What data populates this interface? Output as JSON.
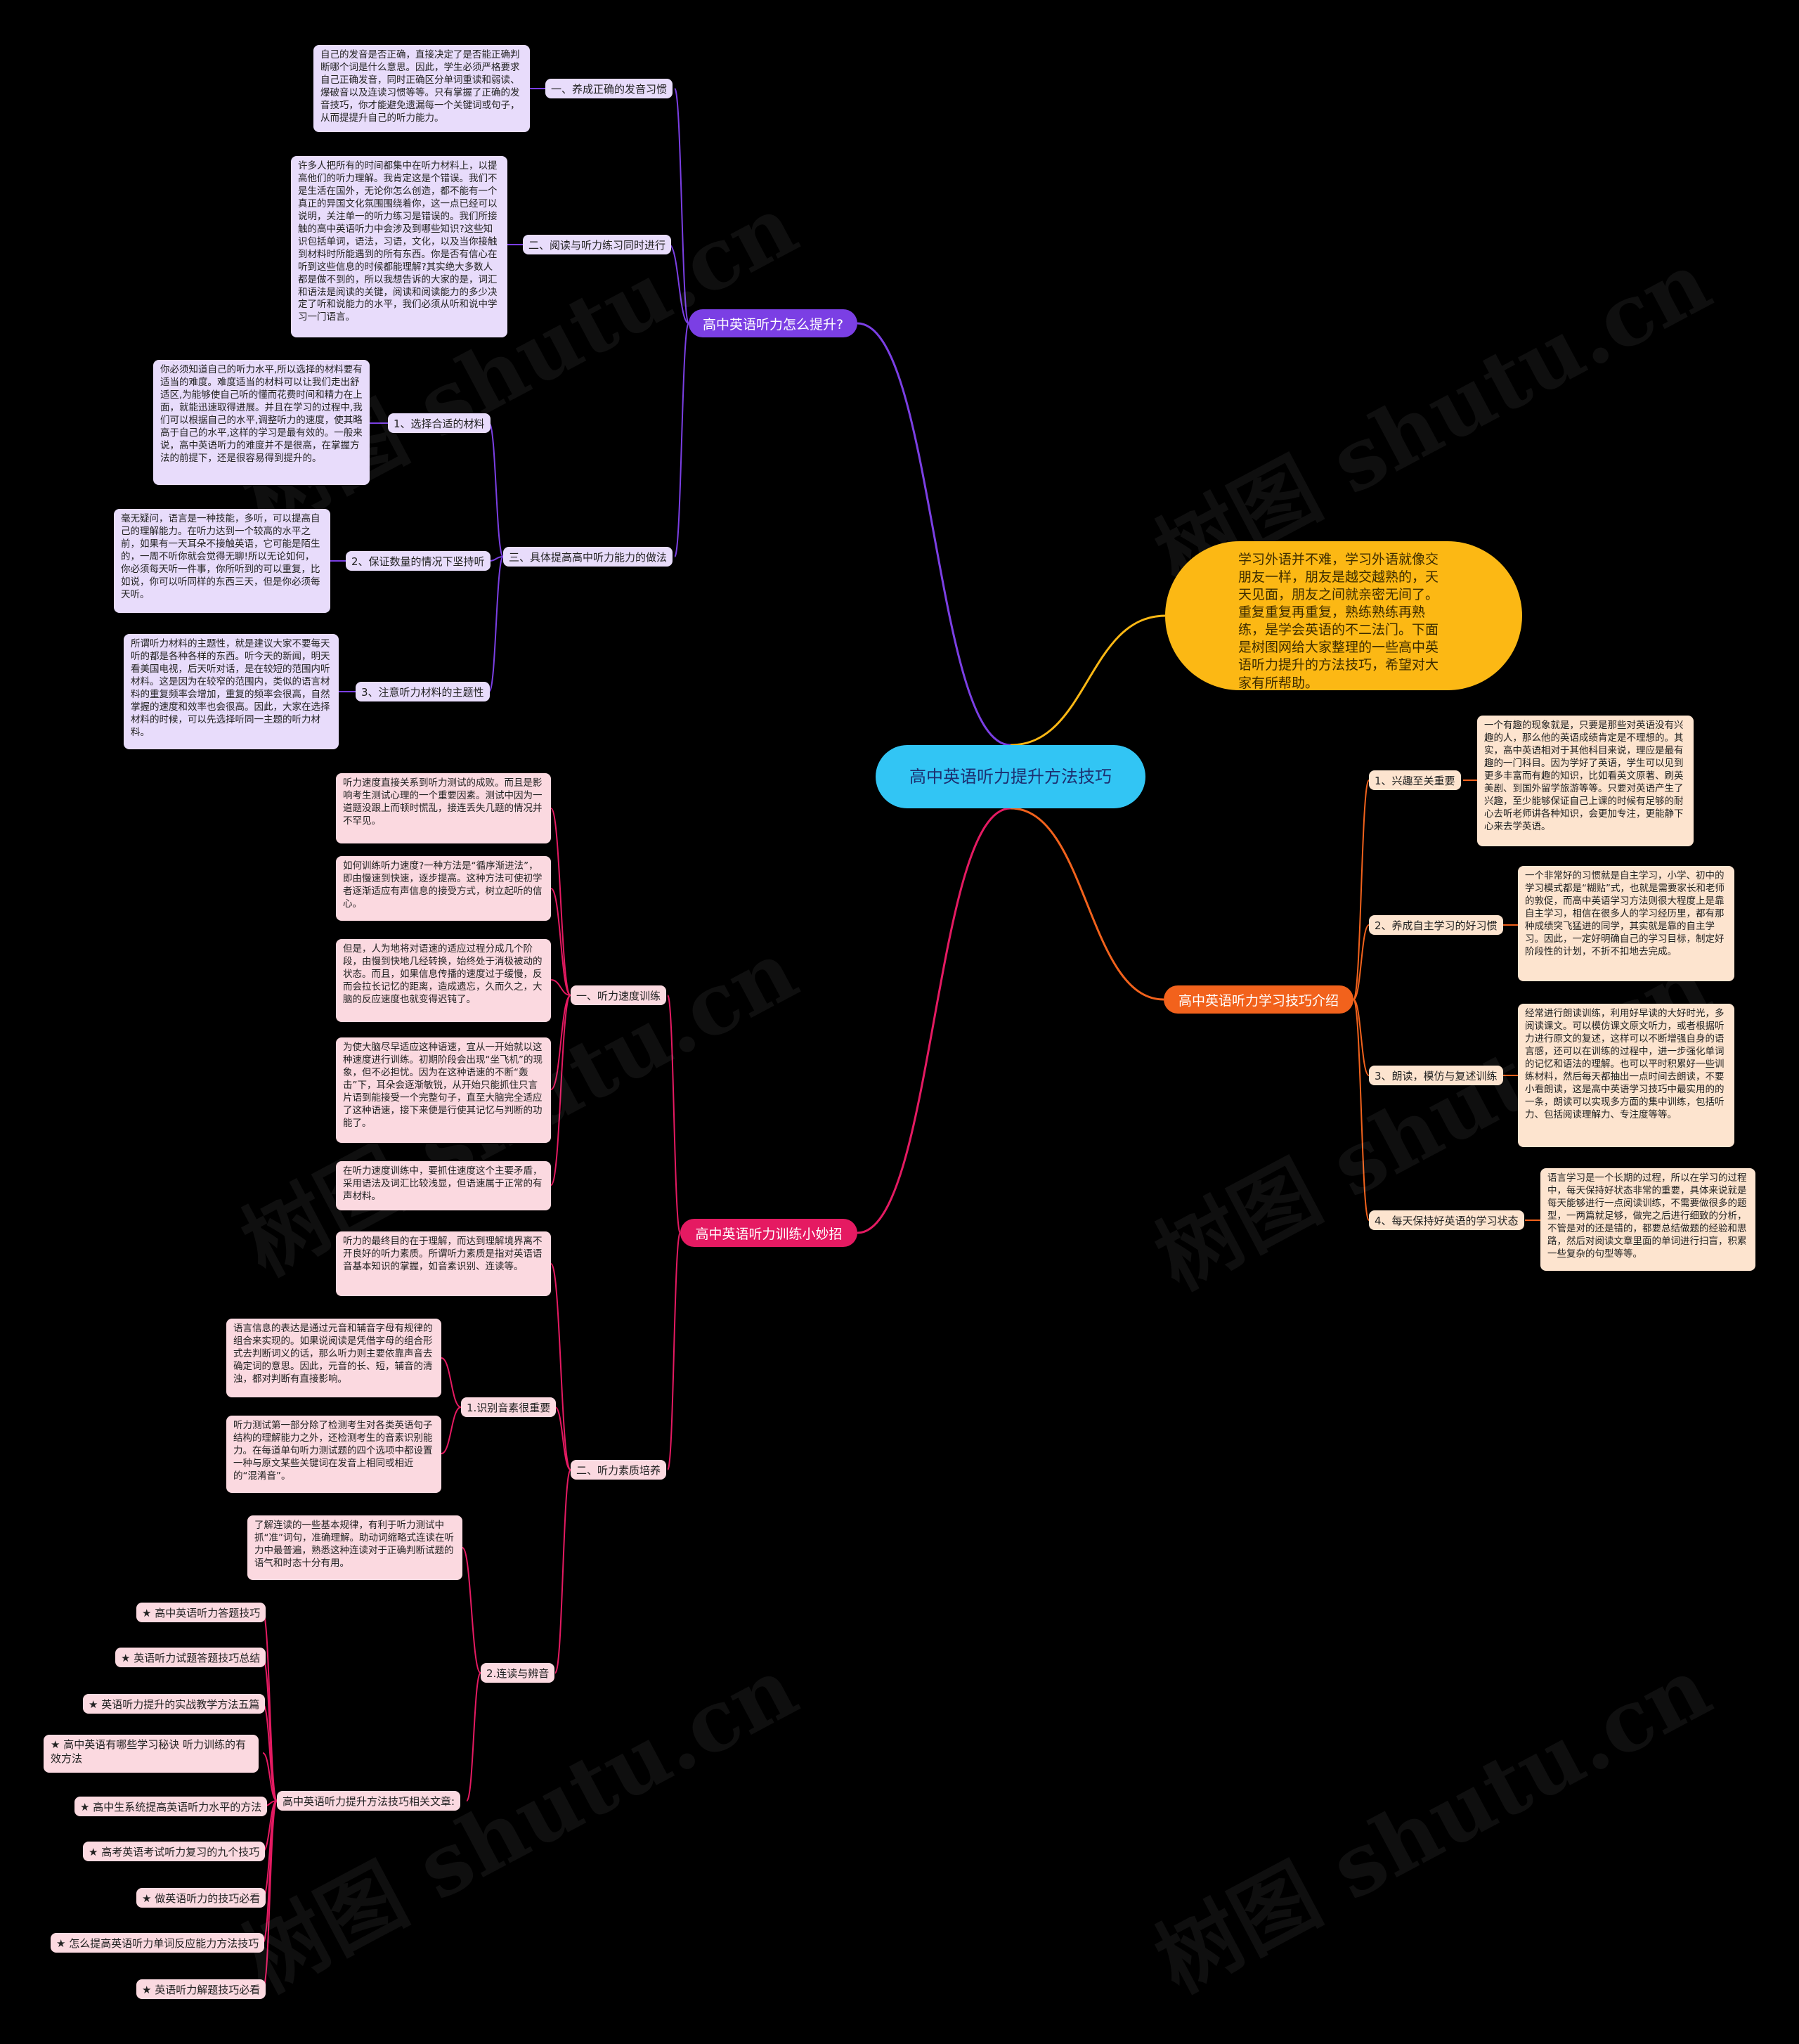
{
  "colors": {
    "background": "#000000",
    "root": "#32c5f4",
    "intro": "#fcb814",
    "branch_purple": "#7b3fe4",
    "branch_red": "#e51a62",
    "branch_orange": "#f2621c",
    "purple_box": "#e8dcfb",
    "pink_box": "#fbd9e0",
    "orange_box": "#fde4cf"
  },
  "watermark": "树图 shutu.cn",
  "root": {
    "title": "高中英语听力提升方法技巧"
  },
  "intro": {
    "text": "学习外语并不难，学习外语就像交朋友一样，朋友是越交越熟的，天天见面，朋友之间就亲密无间了。重复重复再重复，熟练熟练再熟练，是学会英语的不二法门。下面是树图网给大家整理的一些高中英语听力提升的方法技巧，希望对大家有所帮助。"
  },
  "branch_a": {
    "title": "高中英语听力怎么提升?",
    "items": [
      {
        "label": "一、养成正确的发音习惯",
        "text": "自己的发音是否正确，直接决定了是否能正确判断哪个词是什么意思。因此，学生必须严格要求自己正确发音，同时正确区分单词重读和弱读、爆破音以及连读习惯等等。只有掌握了正确的发音技巧，你才能避免遗漏每一个关键词或句子，从而提提升自己的听力能力。"
      },
      {
        "label": "二、阅读与听力练习同时进行",
        "text": "许多人把所有的时间都集中在听力材料上，以提高他们的听力理解。我肯定这是个错误。我们不是生活在国外，无论你怎么创造，都不能有一个真正的异国文化氛围围绕着你，这一点已经可以说明，关注单一的听力练习是错误的。我们所接触的高中英语听力中会涉及到哪些知识?这些知识包括单词，语法，习语，文化，以及当你接触到材料时所能遇到的所有东西。你是否有信心在听到这些信息的时候都能理解?其实绝大多数人都是做不到的，所以我想告诉的大家的是，词汇和语法是阅读的关键，阅读和阅读能力的多少决定了听和说能力的水平，我们必须从听和说中学习一门语言。"
      },
      {
        "label": "三、具体提高高中听力能力的做法",
        "subs": [
          {
            "label": "1、选择合适的材料",
            "text": "你必须知道自己的听力水平,所以选择的材料要有适当的难度。难度适当的材料可以让我们走出舒适区,为能够使自己听的懂而花费时间和精力在上面，就能迅速取得进展。并且在学习的过程中,我们可以根据自己的水平,调整听力的速度，使其略高于自己的水平,这样的学习是最有效的。一般来说，高中英语听力的难度并不是很高，在掌握方法的前提下，还是很容易得到提升的。"
          },
          {
            "label": "2、保证数量的情况下坚持听",
            "text": "毫无疑问，语言是一种技能，多听，可以提高自己的理解能力。在听力达到一个较高的水平之前，如果有一天耳朵不接触英语，它可能是陌生的，一周不听你就会觉得无聊!所以无论如何，你必须每天听一件事，你所听到的可以重复，比如说，你可以听同样的东西三天，但是你必须每天听。"
          },
          {
            "label": "3、注意听力材料的主题性",
            "text": "所谓听力材料的主题性，就是建议大家不要每天听的都是各种各样的东西。听今天的新闻，明天看美国电视，后天听对话，是在较短的范围内听材料。这是因为在较窄的范围内，类似的语言材料的重复频率会增加，重复的频率会很高，自然掌握的速度和效率也会很高。因此，大家在选择材料的时候，可以先选择听同一主题的听力材料。"
          }
        ]
      }
    ]
  },
  "branch_b": {
    "title": "高中英语听力训练小妙招",
    "items": [
      {
        "label": "一、听力速度训练",
        "texts": [
          "听力速度直接关系到听力测试的成败。而且是影响考生测试心理的一个重要因素。测试中因为一道题没跟上而顿时慌乱，接连丢失几题的情况并不罕见。",
          "如何训练听力速度?一种方法是“循序渐进法”，即由慢速到快速，逐步提高。这种方法可使初学者逐渐适应有声信息的接受方式，树立起听的信心。",
          "但是，人为地将对语速的适应过程分成几个阶段，由慢到快地几经转换，始终处于消极被动的状态。而且，如果信息传播的速度过于缓慢，反而会拉长记忆的距离，造成遗忘，久而久之，大脑的反应速度也就变得迟钝了。",
          "为使大脑尽早适应这种语速，宜从一开始就以这种速度进行训练。初期阶段会出现“坐飞机”的现象，但不必担忧。因为在这种语速的不断“轰击”下，耳朵会逐渐敏锐，从开始只能抓住只言片语到能接受一个完整句子，直至大脑完全适应了这种语速，接下来便是行使其记忆与判断的功能了。",
          "在听力速度训练中，要抓住速度这个主要矛盾，采用语法及词汇比较浅显，但语速属于正常的有声材料。"
        ]
      },
      {
        "label": "二、听力素质培养",
        "text": "听力的最终目的在于理解，而达到理解境界离不开良好的听力素质。所谓听力素质是指对英语语音基本知识的掌握，如音素识别、连读等。",
        "subs": [
          {
            "label": "1.识别音素很重要",
            "texts": [
              "语言信息的表达是通过元音和辅音字母有规律的组合来实现的。如果说阅读是凭借字母的组合形式去判断词义的话，那么听力则主要依靠声音去确定词的意思。因此，元音的长、短，辅音的清浊，都对判断有直接影响。",
              "听力测试第一部分除了检测考生对各类英语句子结构的理解能力之外，还检测考生的音素识别能力。在每道单句听力测试题的四个选项中都设置一种与原文某些关键词在发音上相同或相近的“混淆音”。"
            ]
          },
          {
            "label": "2.连读与辨音",
            "text": "了解连读的一些基本规律，有利于听力测试中抓“准”词句，准确理解。助动词缩略式连读在听力中最普遍，熟悉这种连读对于正确判断试题的语气和时态十分有用。",
            "related": {
              "label": "高中英语听力提升方法技巧相关文章:",
              "links": [
                "★ 高中英语听力答题技巧",
                "★ 英语听力试题答题技巧总结",
                "★ 英语听力提升的实战教学方法五篇",
                "★ 高中英语有哪些学习秘诀 听力训练的有效方法",
                "★ 高中生系统提高英语听力水平的方法",
                "★ 高考英语考试听力复习的九个技巧",
                "★ 做英语听力的技巧必看",
                "★ 怎么提高英语听力单词反应能力方法技巧",
                "★ 英语听力解题技巧必看"
              ]
            }
          }
        ]
      }
    ]
  },
  "branch_c": {
    "title": "高中英语听力学习技巧介绍",
    "items": [
      {
        "label": "1、兴趣至关重要",
        "text": "一个有趣的现象就是，只要是那些对英语没有兴趣的人，那么他的英语成绩肯定是不理想的。其实，高中英语相对于其他科目来说，理应是最有趣的一门科目。因为学好了英语，学生可以见到更多丰富而有趣的知识，比如看英文原著、刷英美剧、到国外留学旅游等等。只要对英语产生了兴趣，至少能够保证自己上课的时候有足够的耐心去听老师讲各种知识，会更加专注，更能静下心来去学英语。"
      },
      {
        "label": "2、养成自主学习的好习惯",
        "text": "一个非常好的习惯就是自主学习，小学、初中的学习模式都是“糊贴”式，也就是需要家长和老师的敦促，而高中英语学习方法则很大程度上是靠自主学习，相信在很多人的学习经历里，都有那种成绩突飞猛进的同学，其实就是靠的自主学习。因此，一定好明确自己的学习目标，制定好阶段性的计划，不折不扣地去完成。"
      },
      {
        "label": "3、朗读，模仿与复述训练",
        "text": "经常进行朗读训练，利用好早读的大好时光，多阅读课文。可以模仿课文原文听力，或者根据听力进行原文的复述，这样可以不断增强自身的语言感，还可以在训练的过程中，进一步强化单词的记忆和语法的理解。也可以平时积累好一些训练材料，然后每天都抽出一点时间去朗读，不要小看朗读，这是高中英语学习技巧中最实用的的一条，朗读可以实现多方面的集中训练，包括听力、包括阅读理解力、专注度等等。"
      },
      {
        "label": "4、每天保持好英语的学习状态",
        "text": "语言学习是一个长期的过程，所以在学习的过程中，每天保持好状态非常的重要，具体来说就是每天能够进行一点阅读训练，不需要做很多的题型，一两篇就足够，做完之后进行细致的分析，不管是对的还是错的，都要总结做题的经验和思路，然后对阅读文章里面的单词进行扫盲，积累一些复杂的句型等等。"
      }
    ]
  }
}
